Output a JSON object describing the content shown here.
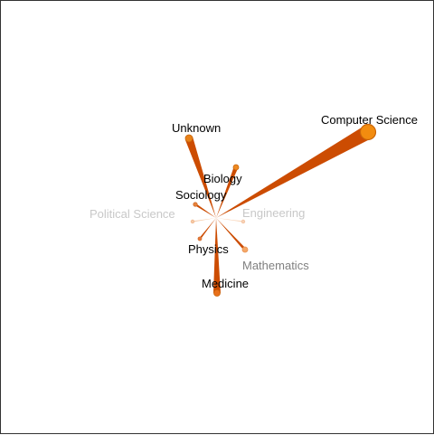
{
  "diagram": {
    "center_field": "",
    "nodes": [
      {
        "id": "computer-science",
        "label": "Computer Science",
        "label_color": "#000000",
        "color": "#f28c0f",
        "stroke": "#c9650a",
        "weight": 1.0
      },
      {
        "id": "unknown",
        "label": "Unknown",
        "label_color": "#000000",
        "color": "#e8821a",
        "stroke": "#c9650a",
        "weight": 0.55
      },
      {
        "id": "biology",
        "label": "Biology",
        "label_color": "#000000",
        "color": "#ee8a22",
        "stroke": "#c9650a",
        "weight": 0.3
      },
      {
        "id": "sociology",
        "label": "Sociology",
        "label_color": "#000000",
        "color": "#e8823a",
        "stroke": "#d07030",
        "weight": 0.15
      },
      {
        "id": "political-science",
        "label": "Political Science",
        "label_color": "#c8c8c8",
        "color": "#f5c9a5",
        "stroke": "#f0b890",
        "weight": 0.05
      },
      {
        "id": "engineering",
        "label": "Engineering",
        "label_color": "#c8c8c8",
        "color": "#f8d2b5",
        "stroke": "#f2c2a0",
        "weight": 0.05
      },
      {
        "id": "physics",
        "label": "Physics",
        "label_color": "#000000",
        "color": "#e8783a",
        "stroke": "#d07030",
        "weight": 0.12
      },
      {
        "id": "mathematics",
        "label": "Mathematics",
        "label_color": "#808080",
        "color": "#f5a868",
        "stroke": "#e89050",
        "weight": 0.18
      },
      {
        "id": "medicine",
        "label": "Medicine",
        "label_color": "#000000",
        "color": "#e8701a",
        "stroke": "#c9650a",
        "weight": 0.5
      }
    ],
    "edge_color": "#cc4c02"
  }
}
